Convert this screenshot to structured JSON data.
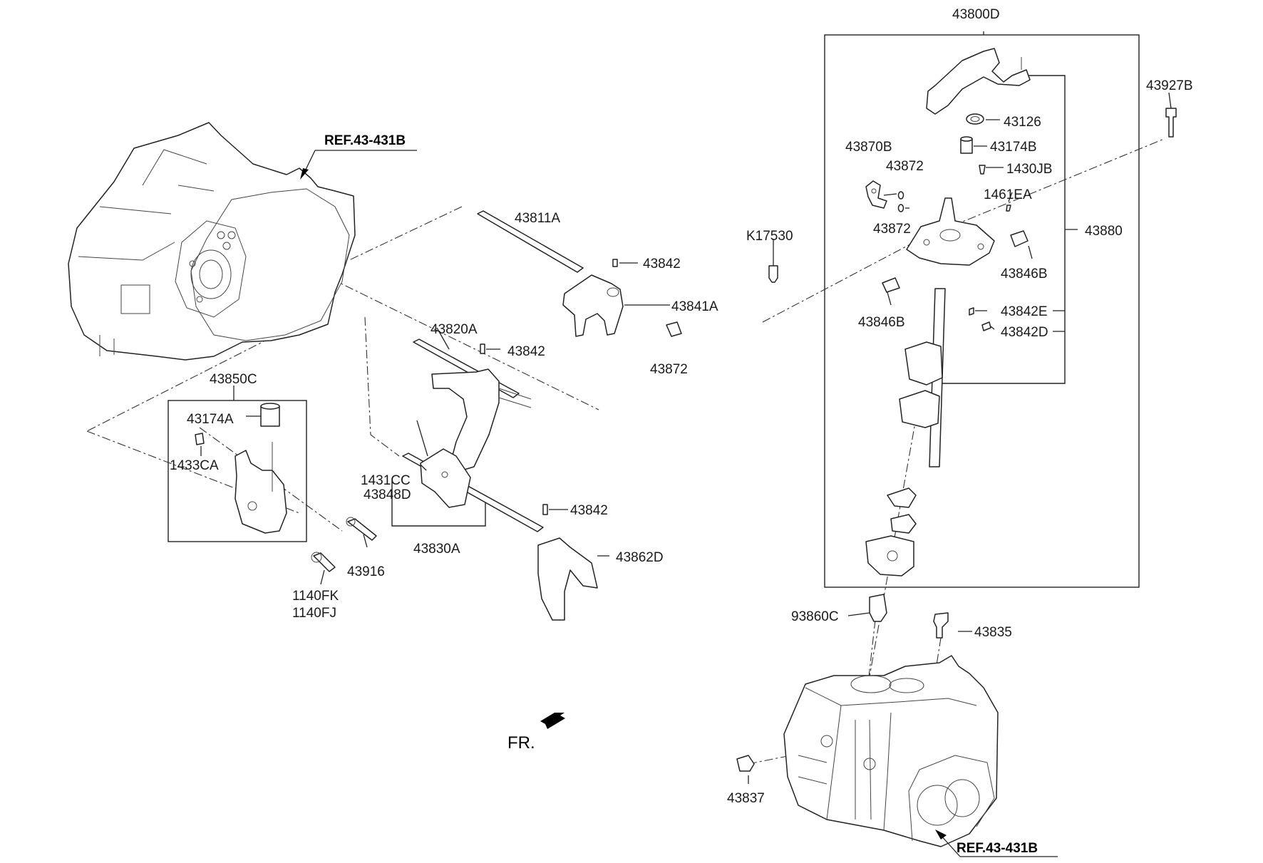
{
  "labels": {
    "p43800D": "43800D",
    "p43927B": "43927B",
    "p43126": "43126",
    "p43870B": "43870B",
    "p43174B": "43174B",
    "p43872_top": "43872",
    "p1430JB": "1430JB",
    "p1461EA": "1461EA",
    "p43872_mid": "43872",
    "p43880": "43880",
    "p43846B_right": "43846B",
    "pK17530": "K17530",
    "p43846B_left": "43846B",
    "p43842E": "43842E",
    "p43842D": "43842D",
    "ref_top": "REF.43-431B",
    "p43811A": "43811A",
    "p43842_a": "43842",
    "p43841A": "43841A",
    "p43872_b": "43872",
    "p43820A": "43820A",
    "p43842_b": "43842",
    "p43850C": "43850C",
    "p43174A": "43174A",
    "p1433CA": "1433CA",
    "p1431CC": "1431CC",
    "p43848D": "43848D",
    "p43842_c": "43842",
    "p43830A": "43830A",
    "p43862D": "43862D",
    "p43916": "43916",
    "p1140FK": "1140FK",
    "p1140FJ": "1140FJ",
    "p93860C": "93860C",
    "p43835": "43835",
    "p43837": "43837",
    "ref_bottom": "REF.43-431B",
    "fr": "FR."
  }
}
